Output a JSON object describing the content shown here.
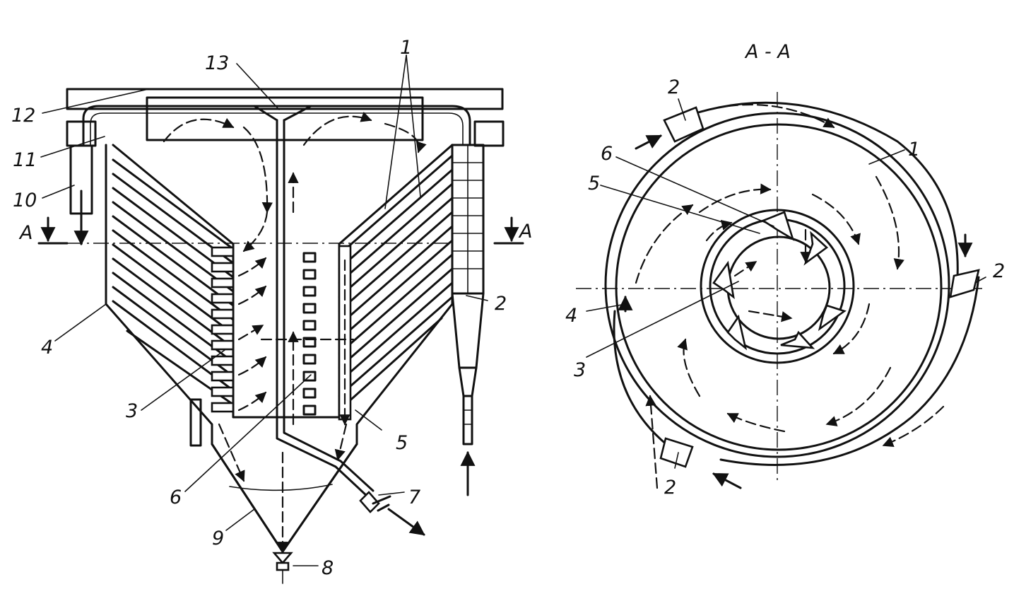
{
  "section_title": "A - A",
  "section_marks": {
    "left": "A",
    "right": "A"
  },
  "front_view_labels": [
    "1",
    "2",
    "3",
    "4",
    "5",
    "6",
    "7",
    "8",
    "9",
    "10",
    "11",
    "12",
    "13"
  ],
  "section_view_labels": [
    "1",
    "2",
    "2",
    "2",
    "3",
    "4",
    "5",
    "6"
  ]
}
